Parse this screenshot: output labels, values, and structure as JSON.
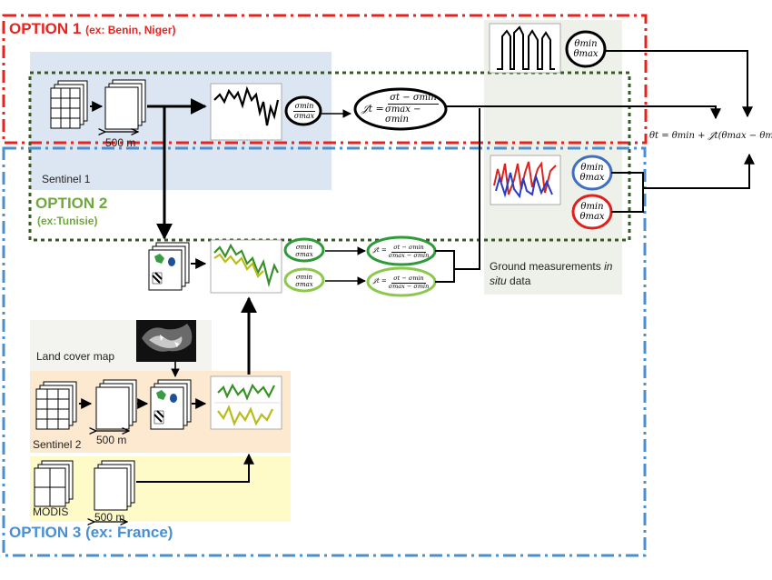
{
  "options": {
    "option1": {
      "title": "OPTION 1",
      "example": "(ex: Benin, Niger)",
      "color": "#e8231f"
    },
    "option2": {
      "title": "OPTION 2",
      "example": "(ex:Tunisie)",
      "color": "#6fa83c"
    },
    "option3": {
      "title": "OPTION 3 (ex: France)",
      "color": "#4a8fd0"
    }
  },
  "labels": {
    "sentinel1": "Sentinel 1",
    "sentinel2": "Sentinel 2",
    "modis": "MODIS",
    "land_cover": "Land cover map",
    "scale_s1": "500 m",
    "scale_s2": "500 m",
    "scale_modis": "500 m",
    "ground_line1_a": "Ground measurements ",
    "ground_line1_b": "in",
    "ground_line2_a": "situ",
    "ground_line2_b": " data"
  },
  "math": {
    "sigma_min": "σmin",
    "sigma_max": "σmax",
    "theta_min": "θmin",
    "theta_max": "θmax",
    "norm_lhs": "𝒥t =",
    "norm_num": "σt − σmin",
    "norm_den": "σmax − σmin",
    "final_eq": "θt = θmin + 𝒥t(θmax − θmin)"
  },
  "colors": {
    "panel_blue": "#dce6f2",
    "panel_orange": "#fde9d0",
    "panel_yellow": "#fefbc8",
    "panel_gray": "#eef0ea",
    "ellipse_dark_green": "#2f9a3a",
    "ellipse_light_green": "#8cc84b",
    "theta_blue": "#3f6fc1",
    "theta_red": "#e0201c"
  }
}
